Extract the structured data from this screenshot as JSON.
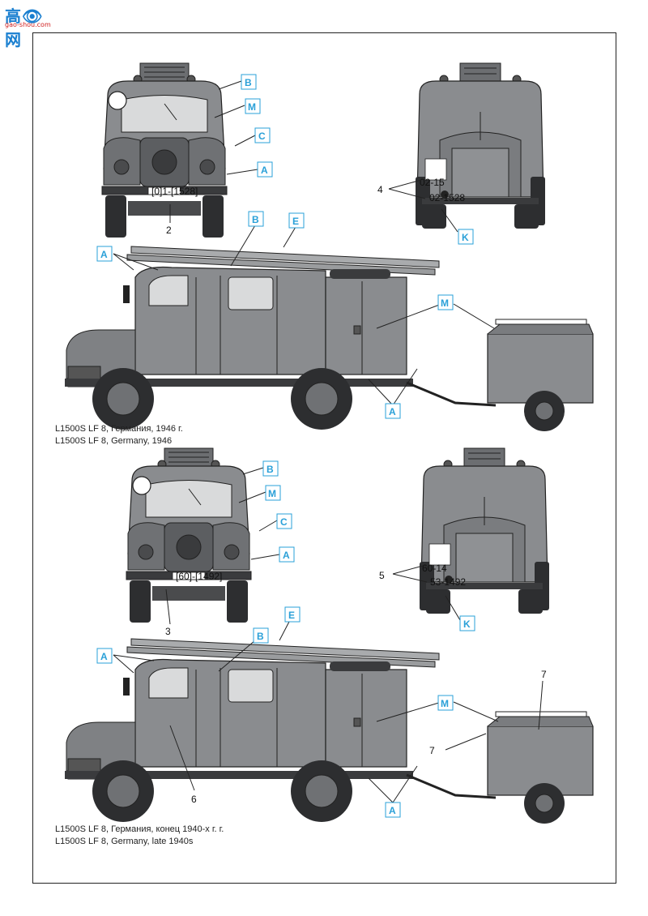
{
  "watermark": {
    "cn_text": "高👁网",
    "url": "gao-shou.com"
  },
  "captions": {
    "top_ru": "L1500S LF 8, Германия, 1946 г.",
    "top_en": "L1500S LF 8, Germany,  1946",
    "bottom_ru": "L1500S LF 8, Германия, конец 1940-х г. г.",
    "bottom_en": "L1500S LF 8, Germany,  late 1940s"
  },
  "plates": {
    "front_top": "[0]1-[1528]",
    "rear_top_1": "02-15",
    "rear_top_2": "02-1528",
    "front_bottom": "[60]-[1492]",
    "rear_bottom_1": "60-14",
    "rear_bottom_2": "53-1492"
  },
  "callouts": {
    "A": "A",
    "B": "B",
    "C": "C",
    "E": "E",
    "K": "K",
    "M": "M",
    "n2": "2",
    "n3": "3",
    "n4": "4",
    "n5": "5",
    "n6": "6",
    "n7": "7"
  },
  "colors": {
    "badge": "#2aa0d8",
    "body": "#8a8c8f",
    "dark": "#3a3b3d",
    "tire": "#2d2e30"
  }
}
